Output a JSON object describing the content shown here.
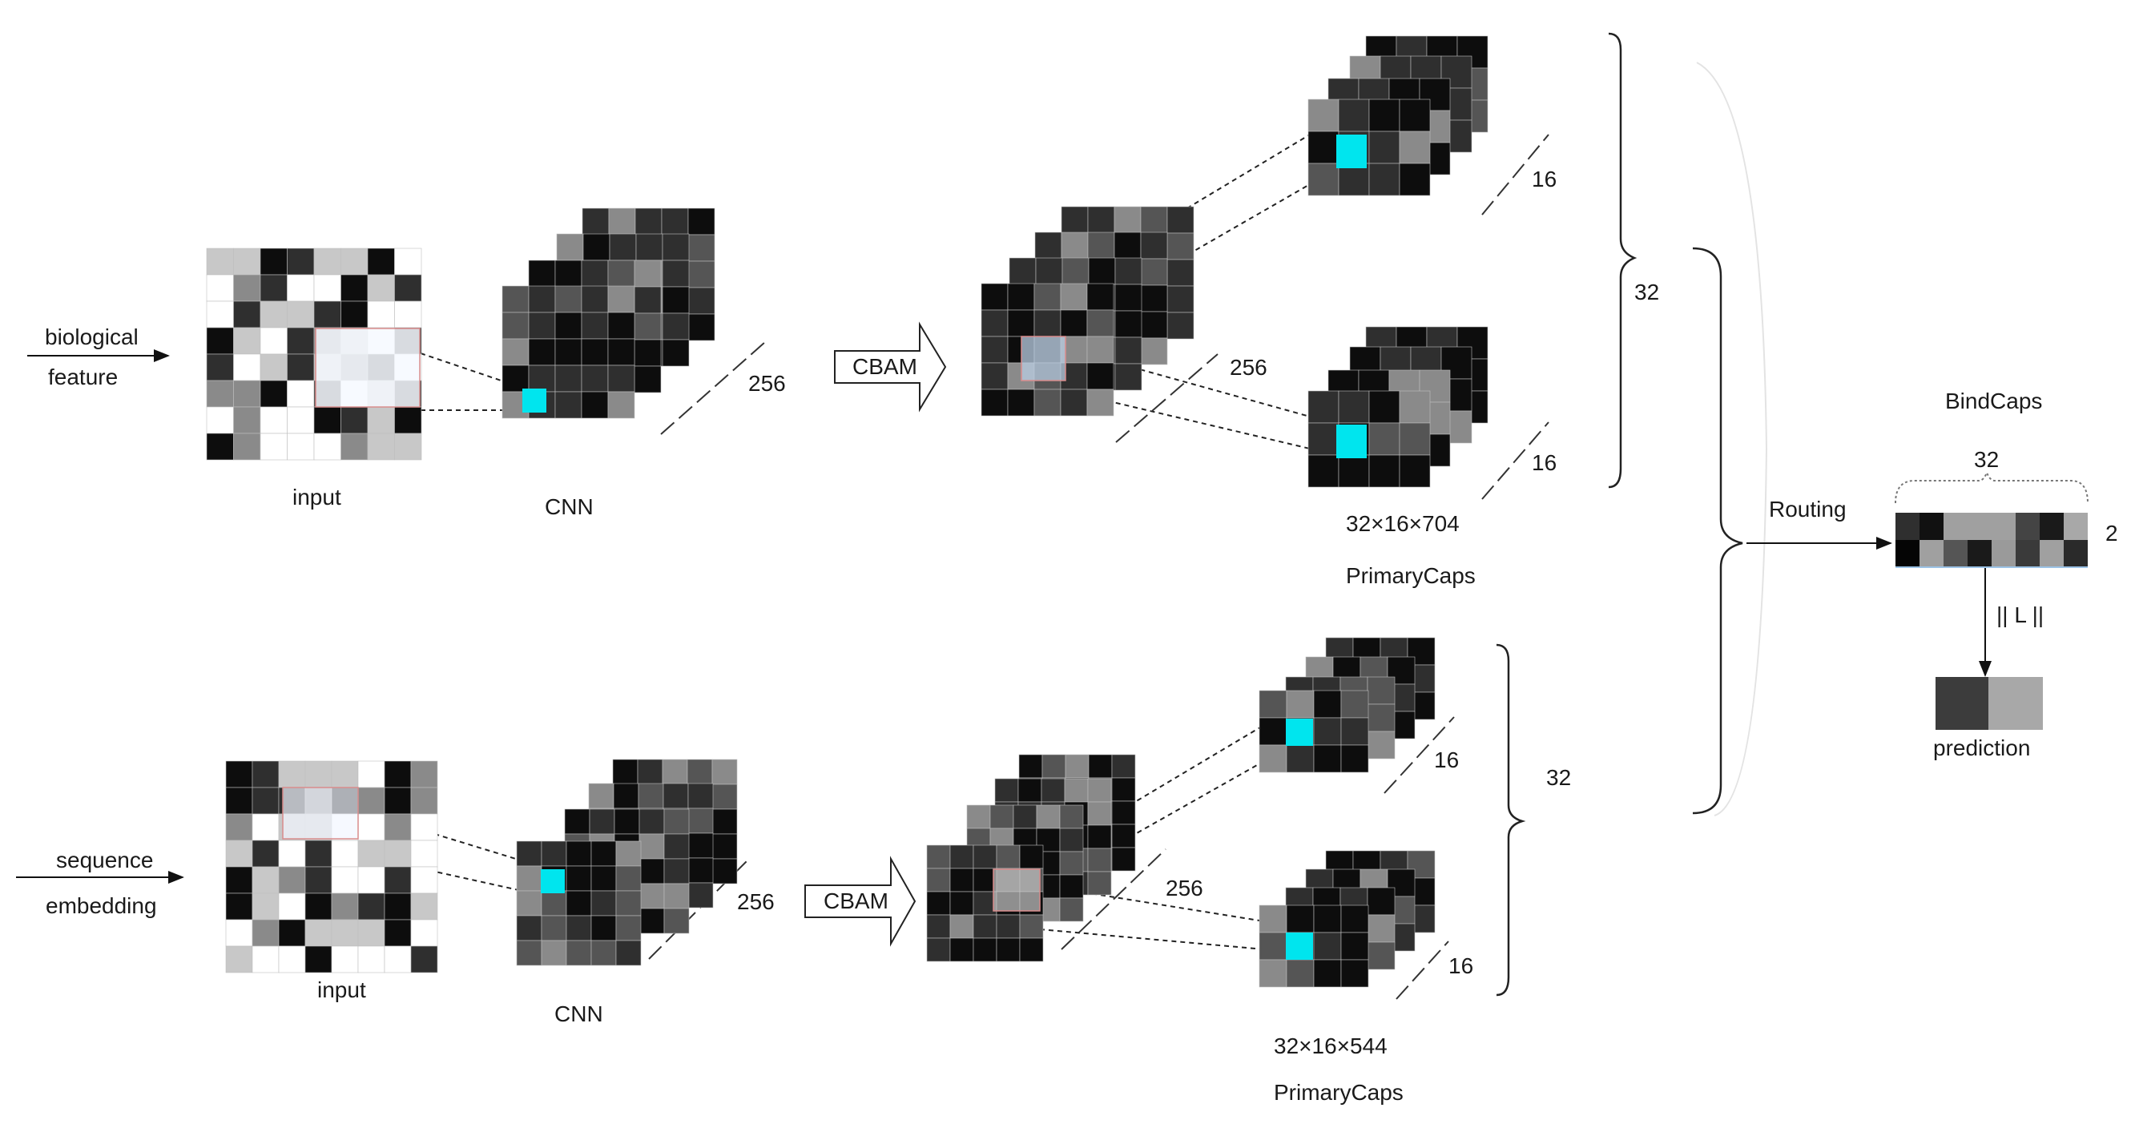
{
  "palette": {
    "black": "#0d0d0d",
    "dark": "#2f2f2f",
    "mid": "#555555",
    "gray": "#8a8a8a",
    "light": "#c8c8c8",
    "white": "#ffffff",
    "highlight": "#00e5ee",
    "grid_line": "#bfbfbf",
    "accent_line": "#d98c8c"
  },
  "top_branch": {
    "input_label_lines": [
      "biological",
      "feature"
    ],
    "input_caption": "input",
    "cnn_caption": "CNN",
    "cnn_depth": "256",
    "cbam_label": "CBAM",
    "cbam_depth": "256",
    "caps_depth_a": "16",
    "caps_depth_b": "16",
    "caps_count": "32",
    "caps_shape": "32×16×704",
    "caps_caption": "PrimaryCaps"
  },
  "bottom_branch": {
    "input_label_lines": [
      "sequence",
      "embedding"
    ],
    "input_caption": "input",
    "cnn_caption": "CNN",
    "cnn_depth": "256",
    "cbam_label": "CBAM",
    "cbam_depth": "256",
    "caps_depth_a": "16",
    "caps_depth_b": "16",
    "caps_count": "32",
    "caps_shape": "32×16×544",
    "caps_caption": "PrimaryCaps"
  },
  "merge": {
    "routing_label": "Routing",
    "bindcaps_title": "BindCaps",
    "bindcaps_width": "32",
    "bindcaps_height": "2",
    "norm_label": "|| L ||",
    "prediction_caption": "prediction"
  }
}
